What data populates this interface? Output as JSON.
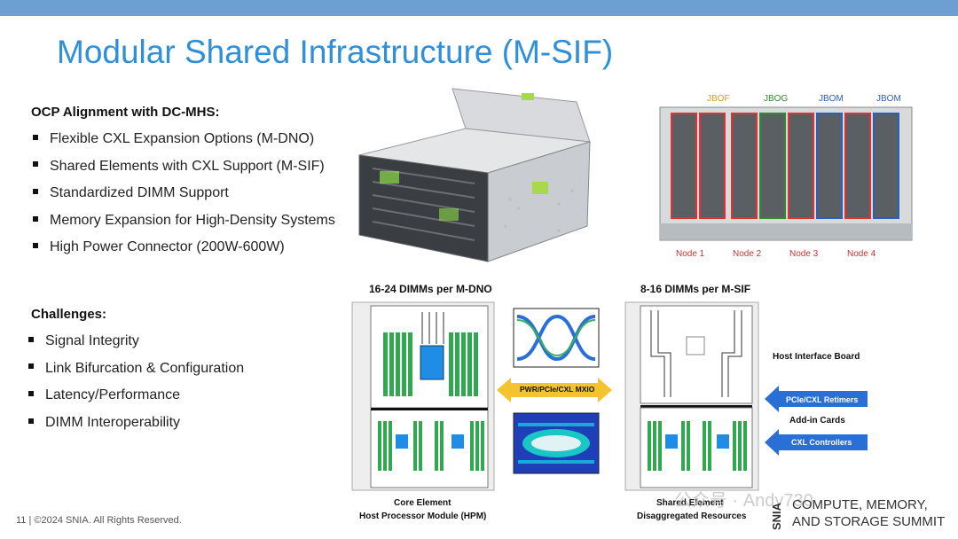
{
  "header": {
    "title": "Modular Shared Infrastructure (M-SIF)"
  },
  "ocp": {
    "heading": "OCP Alignment with DC-MHS:",
    "items": [
      "Flexible CXL Expansion Options (M-DNO)",
      "Shared Elements with CXL Support (M-SIF)",
      "Standardized DIMM Support",
      "Memory Expansion for High-Density Systems",
      "High Power Connector (200W-600W)"
    ]
  },
  "challenges": {
    "heading": "Challenges:",
    "items": [
      "Signal Integrity",
      "Link Bifurcation & Configuration",
      "Latency/Performance",
      "DIMM Interoperability"
    ]
  },
  "chassis_labels": {
    "top": [
      "JBOF",
      "JBOG",
      "JBOM",
      "JBOM"
    ],
    "bottom": [
      "Node 1",
      "Node 2",
      "Node 3",
      "Node 4"
    ],
    "top_colors": [
      "#d4a017",
      "#2e8b2e",
      "#2a5fbf",
      "#2a5fbf"
    ]
  },
  "diagram": {
    "left_title": "16-24 DIMMs per M-DNO",
    "right_title": "8-16 DIMMs per M-SIF",
    "center_arrow": "PWR/PCIe/CXL MXIO",
    "left_caption_1": "Core Element",
    "left_caption_2": "Host Processor Module (HPM)",
    "right_caption_1": "Shared Element",
    "right_caption_2": "Disaggregated Resources",
    "host_interface": "Host Interface Board",
    "retimers": "PCIe/CXL Retimers",
    "addin": "Add-in Cards",
    "controllers": "CXL Controllers"
  },
  "footer": {
    "text": "11 | ©2024 SNIA. All Rights Reserved."
  },
  "logo": {
    "brand": "SNIA",
    "line1": "COMPUTE, MEMORY,",
    "line2": "AND STORAGE SUMMIT"
  },
  "watermark": "公众号 · Andy730",
  "colors": {
    "title": "#2f8fd8",
    "topbar": "#6e9fd2",
    "arrow_blue": "#2a6fd6",
    "arrow_gold": "#f4c430"
  }
}
